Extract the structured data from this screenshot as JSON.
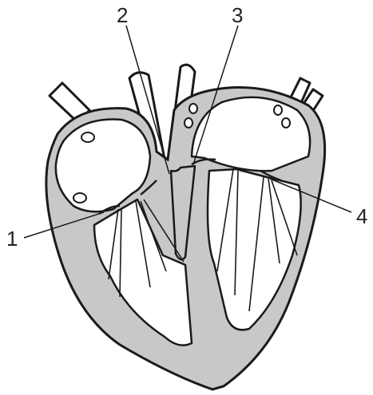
{
  "diagram": {
    "labels": [
      {
        "id": "1",
        "text": "1"
      },
      {
        "id": "2",
        "text": "2"
      },
      {
        "id": "3",
        "text": "3"
      },
      {
        "id": "4",
        "text": "4"
      }
    ]
  },
  "colors": {
    "wall_fill": "#c8c8c8",
    "chamber_fill": "#ffffff",
    "outline": "#1a1a1a"
  }
}
